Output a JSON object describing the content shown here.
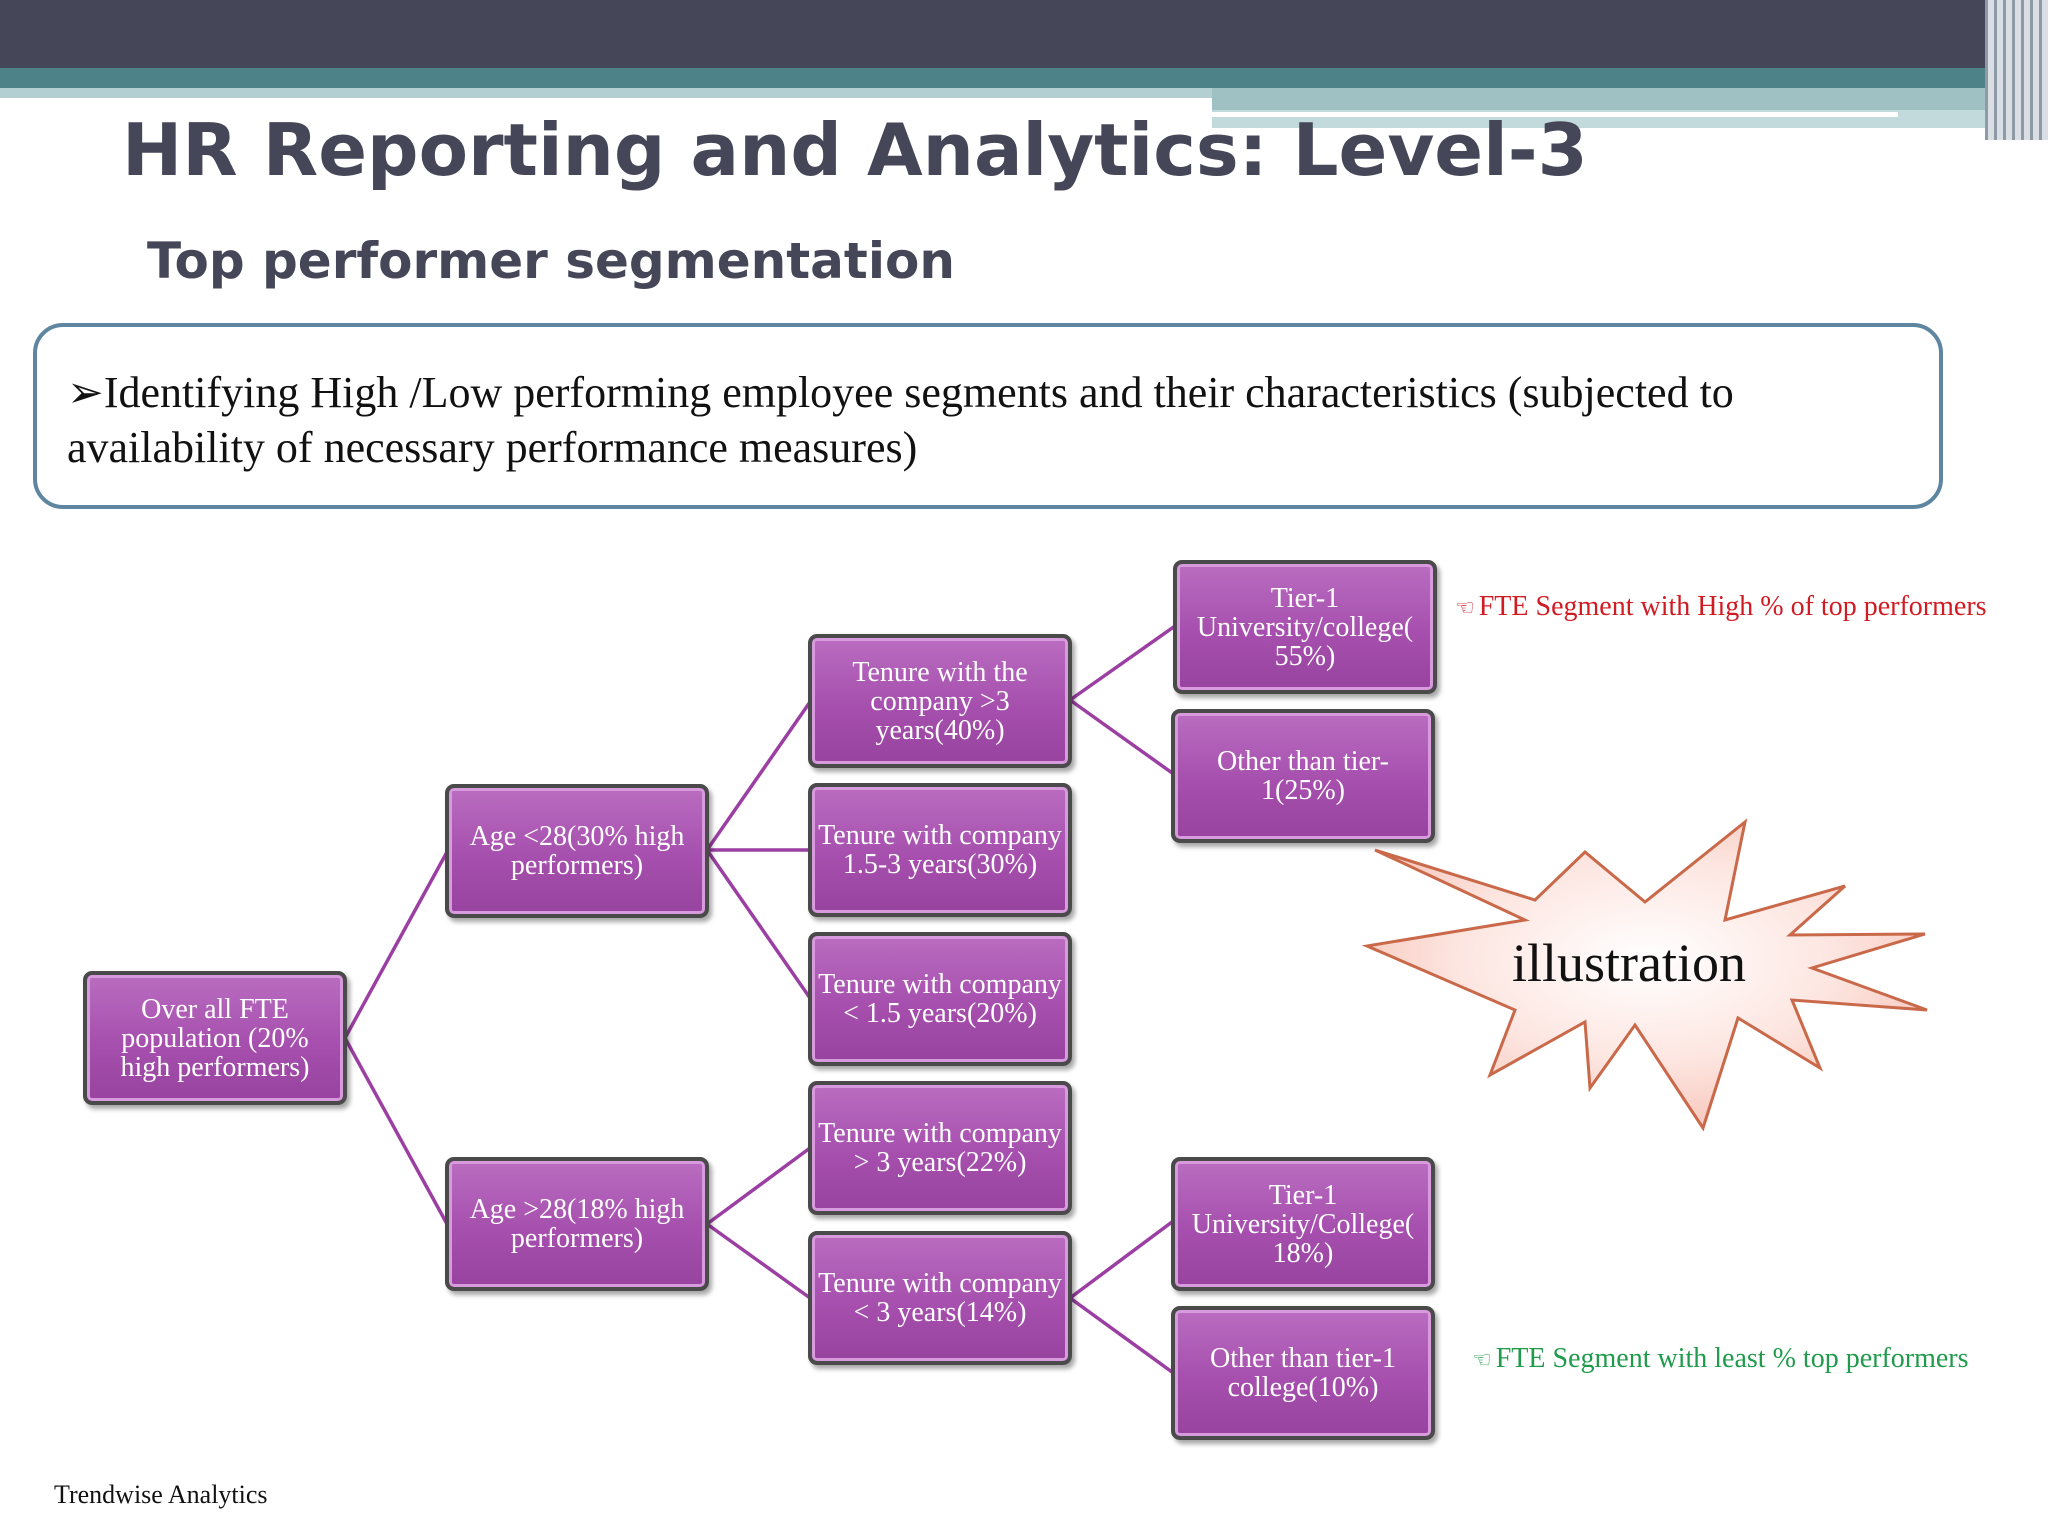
{
  "slide": {
    "title": "HR Reporting and Analytics: Level-3",
    "subtitle": "Top performer segmentation",
    "intro": "➢Identifying High /Low performing employee segments and their characteristics (subjected to availability of necessary performance measures)",
    "footer": "Trendwise Analytics"
  },
  "tree": {
    "root": "Over all FTE population (20% high performers)",
    "age_under_28": "Age <28(30% high performers)",
    "age_over_28": "Age >28(18% high performers)",
    "tenure_gt3_young": "Tenure with the company >3 years(40%)",
    "tenure_15_3_young": "Tenure with company 1.5-3 years(30%)",
    "tenure_lt15_young": "Tenure with company < 1.5 years(20%)",
    "tenure_gt3_old": "Tenure with company > 3 years(22%)",
    "tenure_lt3_old": "Tenure with company < 3 years(14%)",
    "tier1_young": "Tier-1 University/college( 55%)",
    "other_young": "Other than tier-1(25%)",
    "tier1_old": "Tier-1 University/College( 18%)",
    "other_old": "Other than tier-1 college(10%)"
  },
  "notes": {
    "high": "FTE Segment with High % of top performers",
    "least": "FTE Segment with least % top performers",
    "icon": "pointing-hand-icon",
    "high_color": "#d11b23",
    "least_color": "#1f9b4b"
  },
  "illustration": {
    "label": "illustration"
  },
  "colors": {
    "node_fill": "#a64fae",
    "connector": "#9b3fa3",
    "header_dark": "#454759",
    "header_teal": "#4c8288"
  }
}
